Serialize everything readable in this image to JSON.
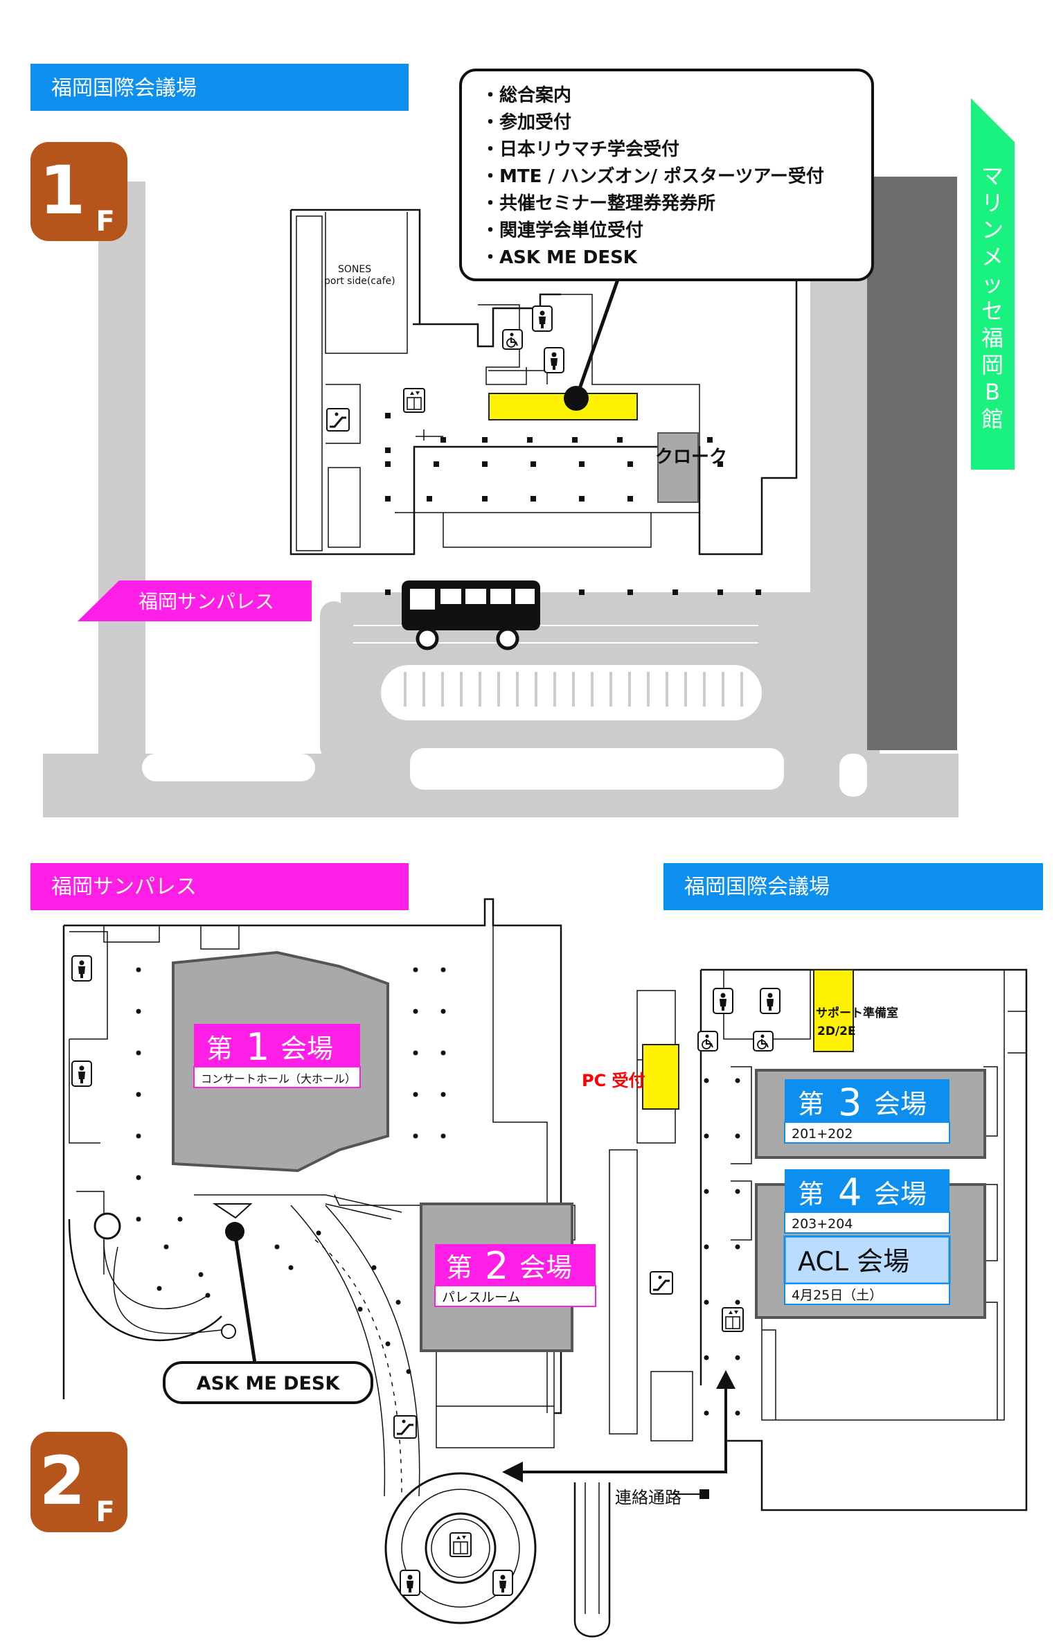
{
  "colors": {
    "conference_blue": "#0d8fef",
    "sunpalace_magenta": "#ff1ee6",
    "marine_green": "#19f27f",
    "floor_badge": "#b5551b",
    "highlight_yellow": "#fff200",
    "room_gray": "#a9a9a9",
    "road_gray": "#cccccc",
    "pc_red": "#ff0000"
  },
  "floor1": {
    "badge": {
      "num": "1",
      "suffix": "F"
    },
    "header": "福岡国際会議場",
    "info_items": [
      "・総合案内",
      "・参加受付",
      "・日本リウマチ学会受付",
      "・MTE / ハンズオン/ ポスターツアー受付",
      "・共催セミナー整理券発券所",
      "・関連学会単位受付",
      "・ASK ME DESK"
    ],
    "cafe": {
      "line1": "SONES",
      "line2": "port side(cafe)"
    },
    "cloak": "クローク",
    "sunpalace_arrow": "福岡サンパレス",
    "marine_vertical": [
      "マ",
      "リ",
      "ン",
      "メ",
      "ッ",
      "セ",
      "福",
      "岡",
      "B",
      "館"
    ]
  },
  "floor2": {
    "badge": {
      "num": "2",
      "suffix": "F"
    },
    "header_left": "福岡サンパレス",
    "header_right": "福岡国際会議場",
    "hall1": {
      "prefix": "第",
      "num": "1",
      "suffix": "会場",
      "sub": "コンサートホール（大ホール）"
    },
    "hall2": {
      "prefix": "第",
      "num": "2",
      "suffix": "会場",
      "sub": "パレスルーム"
    },
    "hall3": {
      "prefix": "第",
      "num": "3",
      "suffix": "会場",
      "sub": "201+202"
    },
    "hall4": {
      "prefix": "第",
      "num": "4",
      "suffix": "会場",
      "sub": "203+204"
    },
    "acl": {
      "title": "ACL 会場",
      "sub": "4月25日（土）"
    },
    "support": {
      "line1": "サポート準備室",
      "line2": "2D/2E"
    },
    "pc": "PC 受付",
    "ask_me": "ASK ME DESK",
    "corridor": "連絡通路"
  }
}
